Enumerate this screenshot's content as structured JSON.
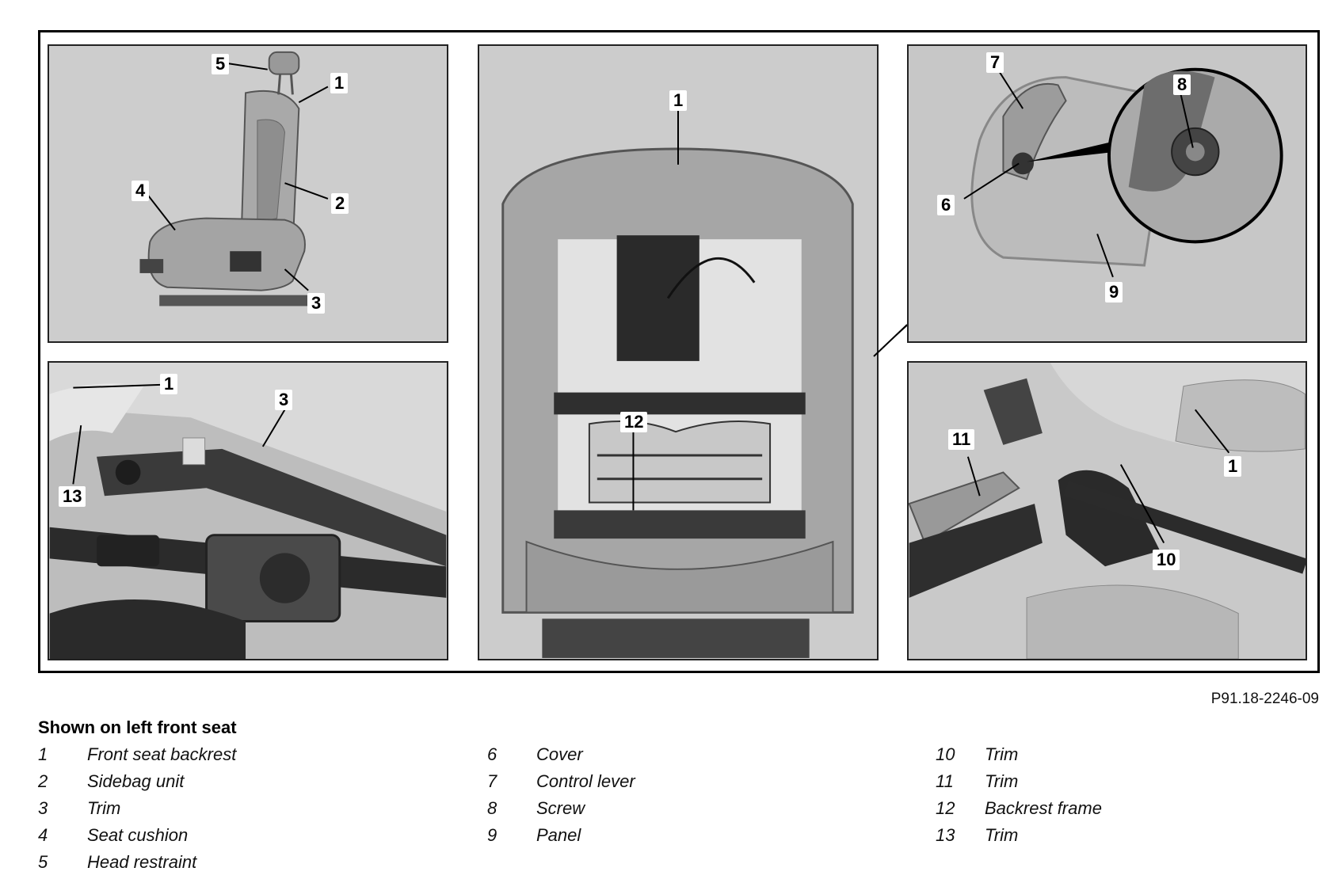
{
  "reference_code": "P91.18-2246-09",
  "caption": "Shown on left front seat",
  "callouts": {
    "seat": [
      "5",
      "1",
      "4",
      "2",
      "3"
    ],
    "rail": [
      "1",
      "3",
      "13"
    ],
    "backrest": [
      "1",
      "12"
    ],
    "lever": [
      "7",
      "8",
      "6",
      "9"
    ],
    "trim": [
      "11",
      "1",
      "10"
    ]
  },
  "legend": [
    [
      {
        "num": "1",
        "label": "Front seat backrest"
      },
      {
        "num": "2",
        "label": "Sidebag unit"
      },
      {
        "num": "3",
        "label": "Trim"
      },
      {
        "num": "4",
        "label": "Seat cushion"
      },
      {
        "num": "5",
        "label": "Head restraint"
      }
    ],
    [
      {
        "num": "6",
        "label": "Cover"
      },
      {
        "num": "7",
        "label": "Control lever"
      },
      {
        "num": "8",
        "label": "Screw"
      },
      {
        "num": "9",
        "label": "Panel"
      }
    ],
    [
      {
        "num": "10",
        "label": "Trim"
      },
      {
        "num": "11",
        "label": "Trim"
      },
      {
        "num": "12",
        "label": "Backrest frame"
      },
      {
        "num": "13",
        "label": "Trim"
      }
    ]
  ]
}
